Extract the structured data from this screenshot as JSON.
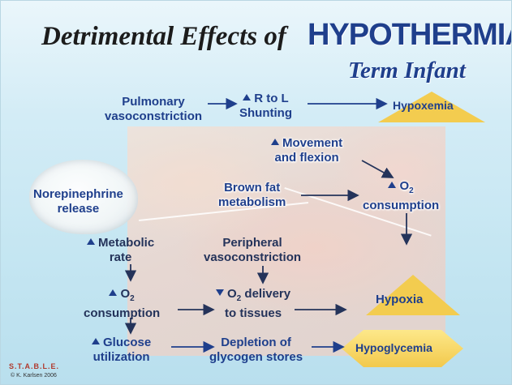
{
  "title": {
    "prefix": "Detrimental Effects of",
    "emphasis": "HYPOTHERMIA",
    "subtitle": "Term Infant"
  },
  "nodes": {
    "pulmonary_vasoconstriction": [
      "Pulmonary",
      "vasoconstriction"
    ],
    "r_to_l_shunting": [
      "R to L",
      "Shunting"
    ],
    "movement_flexion": [
      "Movement",
      "and flexion"
    ],
    "brown_fat": [
      "Brown fat",
      "metabolism"
    ],
    "o2_consumption_right": [
      "O",
      "2",
      "consumption"
    ],
    "norepinephrine": [
      "Norepinephrine",
      "release"
    ],
    "metabolic_rate": [
      "Metabolic",
      "rate"
    ],
    "peripheral_vasoconstriction": [
      "Peripheral",
      "vasoconstriction"
    ],
    "o2_consumption_left": [
      "O",
      "2",
      "consumption"
    ],
    "o2_delivery": [
      "O",
      "2",
      " delivery",
      "to tissues"
    ],
    "glucose_utilization": [
      "Glucose",
      "utilization"
    ],
    "glycogen_depletion": [
      "Depletion of",
      "glycogen stores"
    ]
  },
  "outcomes": {
    "hypoxemia": "Hypoxemia",
    "hypoxia": "Hypoxia",
    "hypoglycemia": "Hypoglycemia"
  },
  "footer": {
    "logo": "S.T.A.B.L.E.",
    "copyright": "© K. Karlsen 2006"
  },
  "colors": {
    "text": "#1f3f8c",
    "title": "#1c1c1c",
    "outcome_fill": "#f3cc4f",
    "background": "#cfeaf5"
  }
}
